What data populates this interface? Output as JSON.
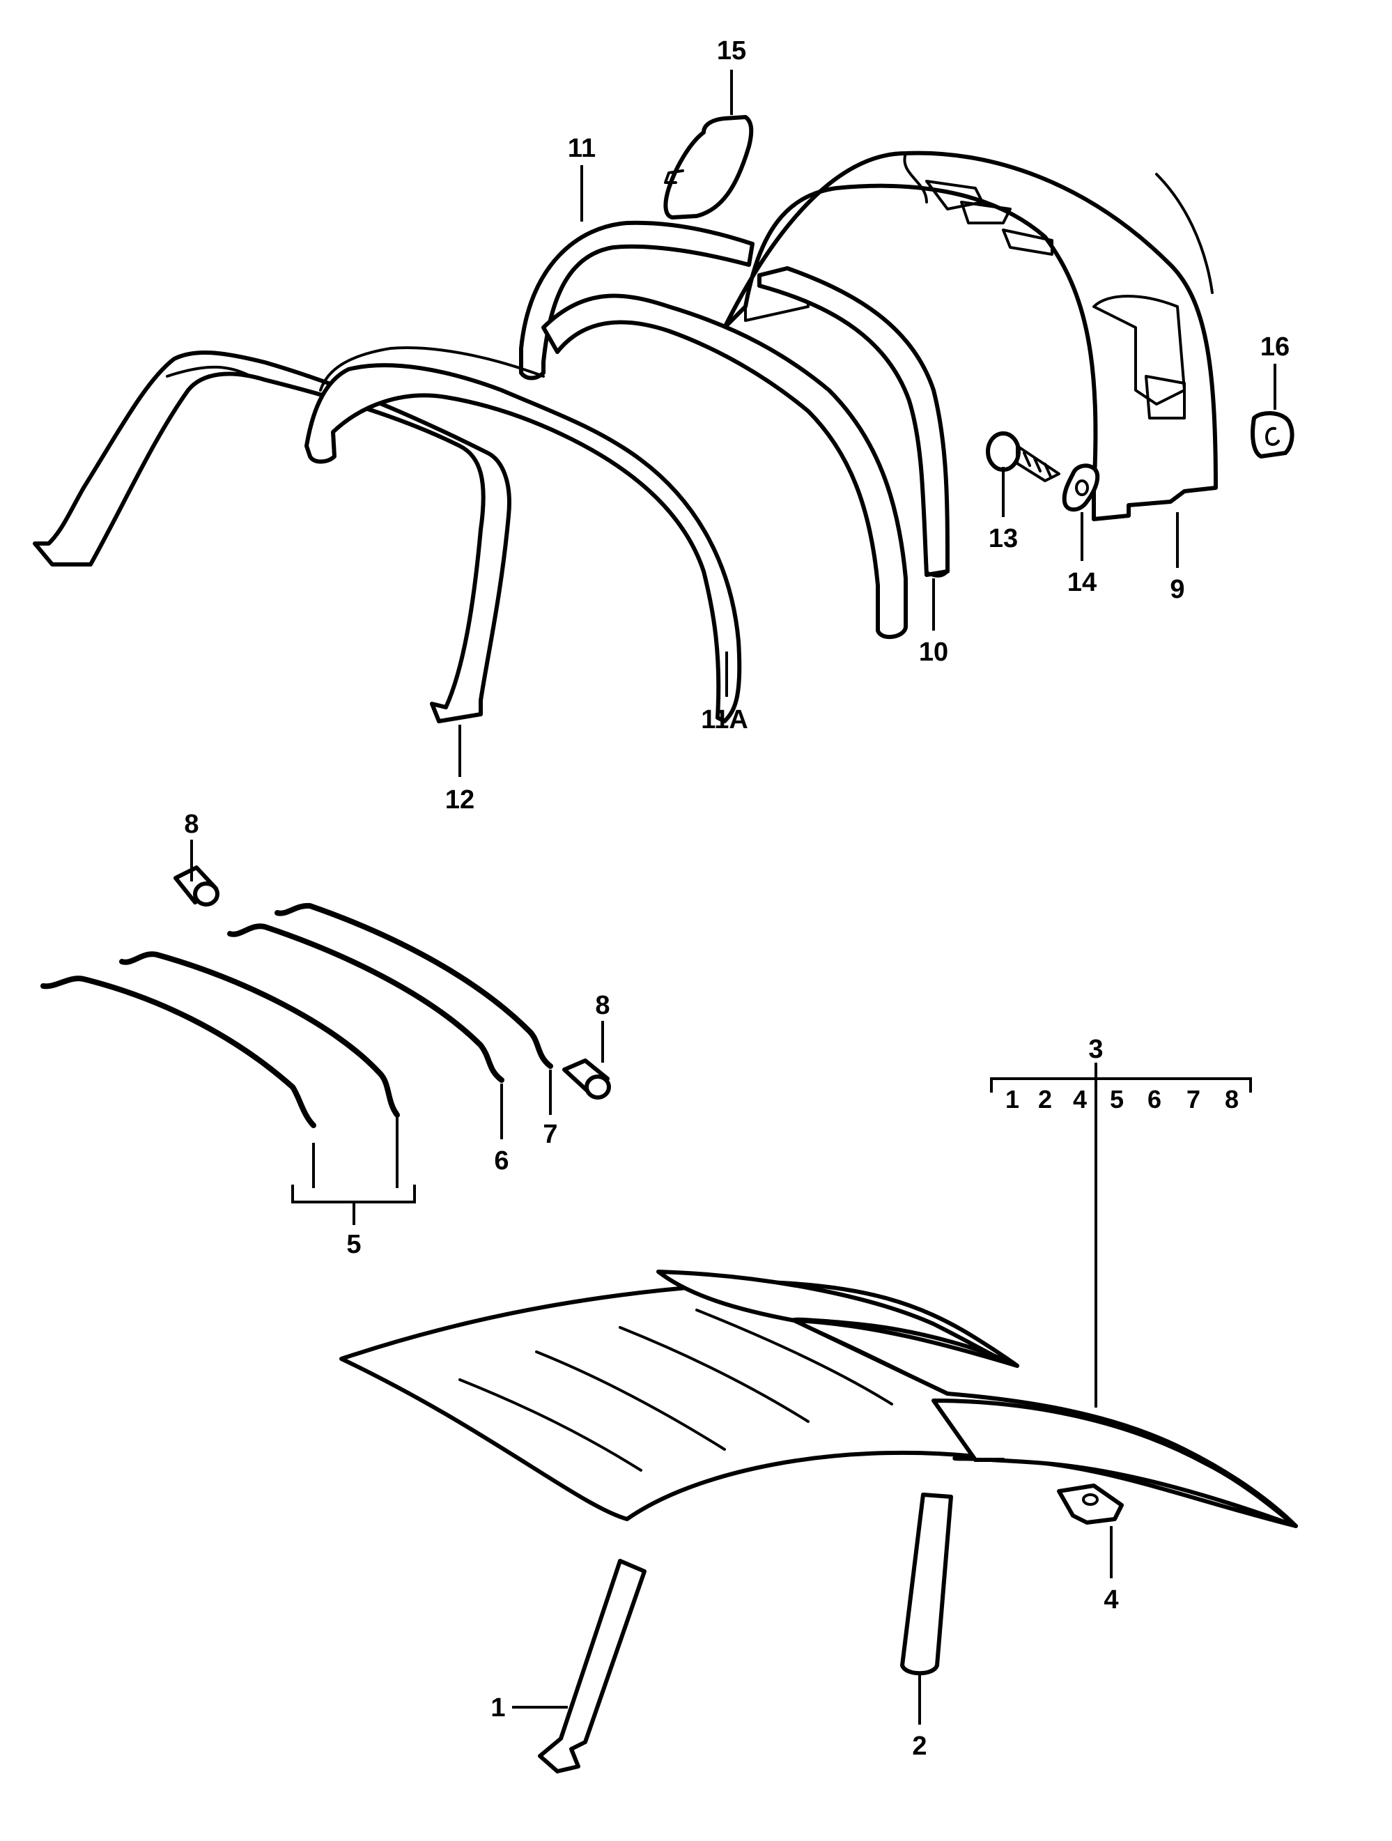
{
  "diagram": {
    "callouts": {
      "c1": "1",
      "c2": "2",
      "c3": "3",
      "c4": "4",
      "c5": "5",
      "c6": "6",
      "c7": "7",
      "c8a": "8",
      "c8b": "8",
      "c9": "9",
      "c10": "10",
      "c11": "11",
      "c11a": "11A",
      "c12": "12",
      "c13": "13",
      "c14": "14",
      "c15": "15",
      "c16": "16"
    },
    "set_3_contents": [
      "1",
      "2",
      "4",
      "5",
      "6",
      "7",
      "8"
    ]
  }
}
